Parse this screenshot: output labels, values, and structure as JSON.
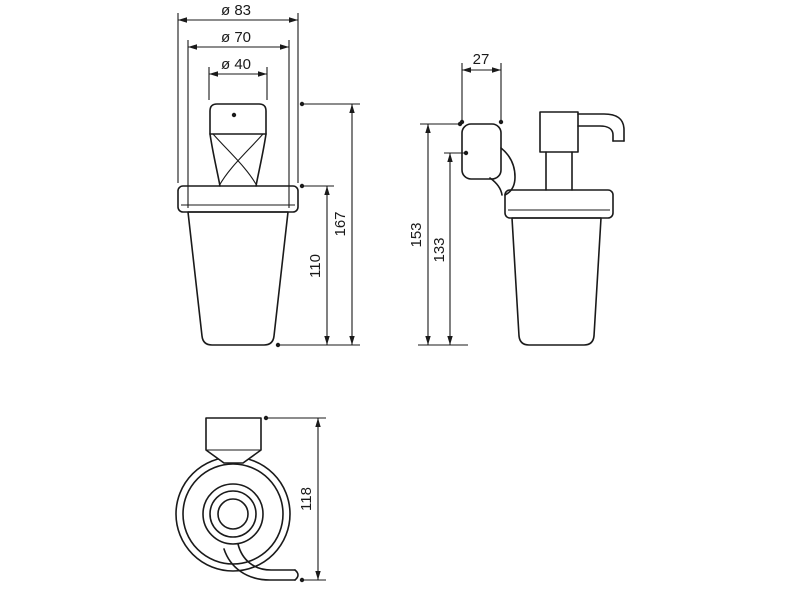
{
  "dims": {
    "front": {
      "dia83": "ø 83",
      "dia70": "ø 70",
      "dia40": "ø 40",
      "height_total": "167",
      "height_body": "110"
    },
    "side": {
      "bracket_width": "27",
      "height_bracket_top": "153",
      "height_bracket_hole": "133"
    },
    "top": {
      "depth": "118"
    }
  },
  "colors": {
    "line": "#1a1a1a",
    "background": "#ffffff"
  }
}
